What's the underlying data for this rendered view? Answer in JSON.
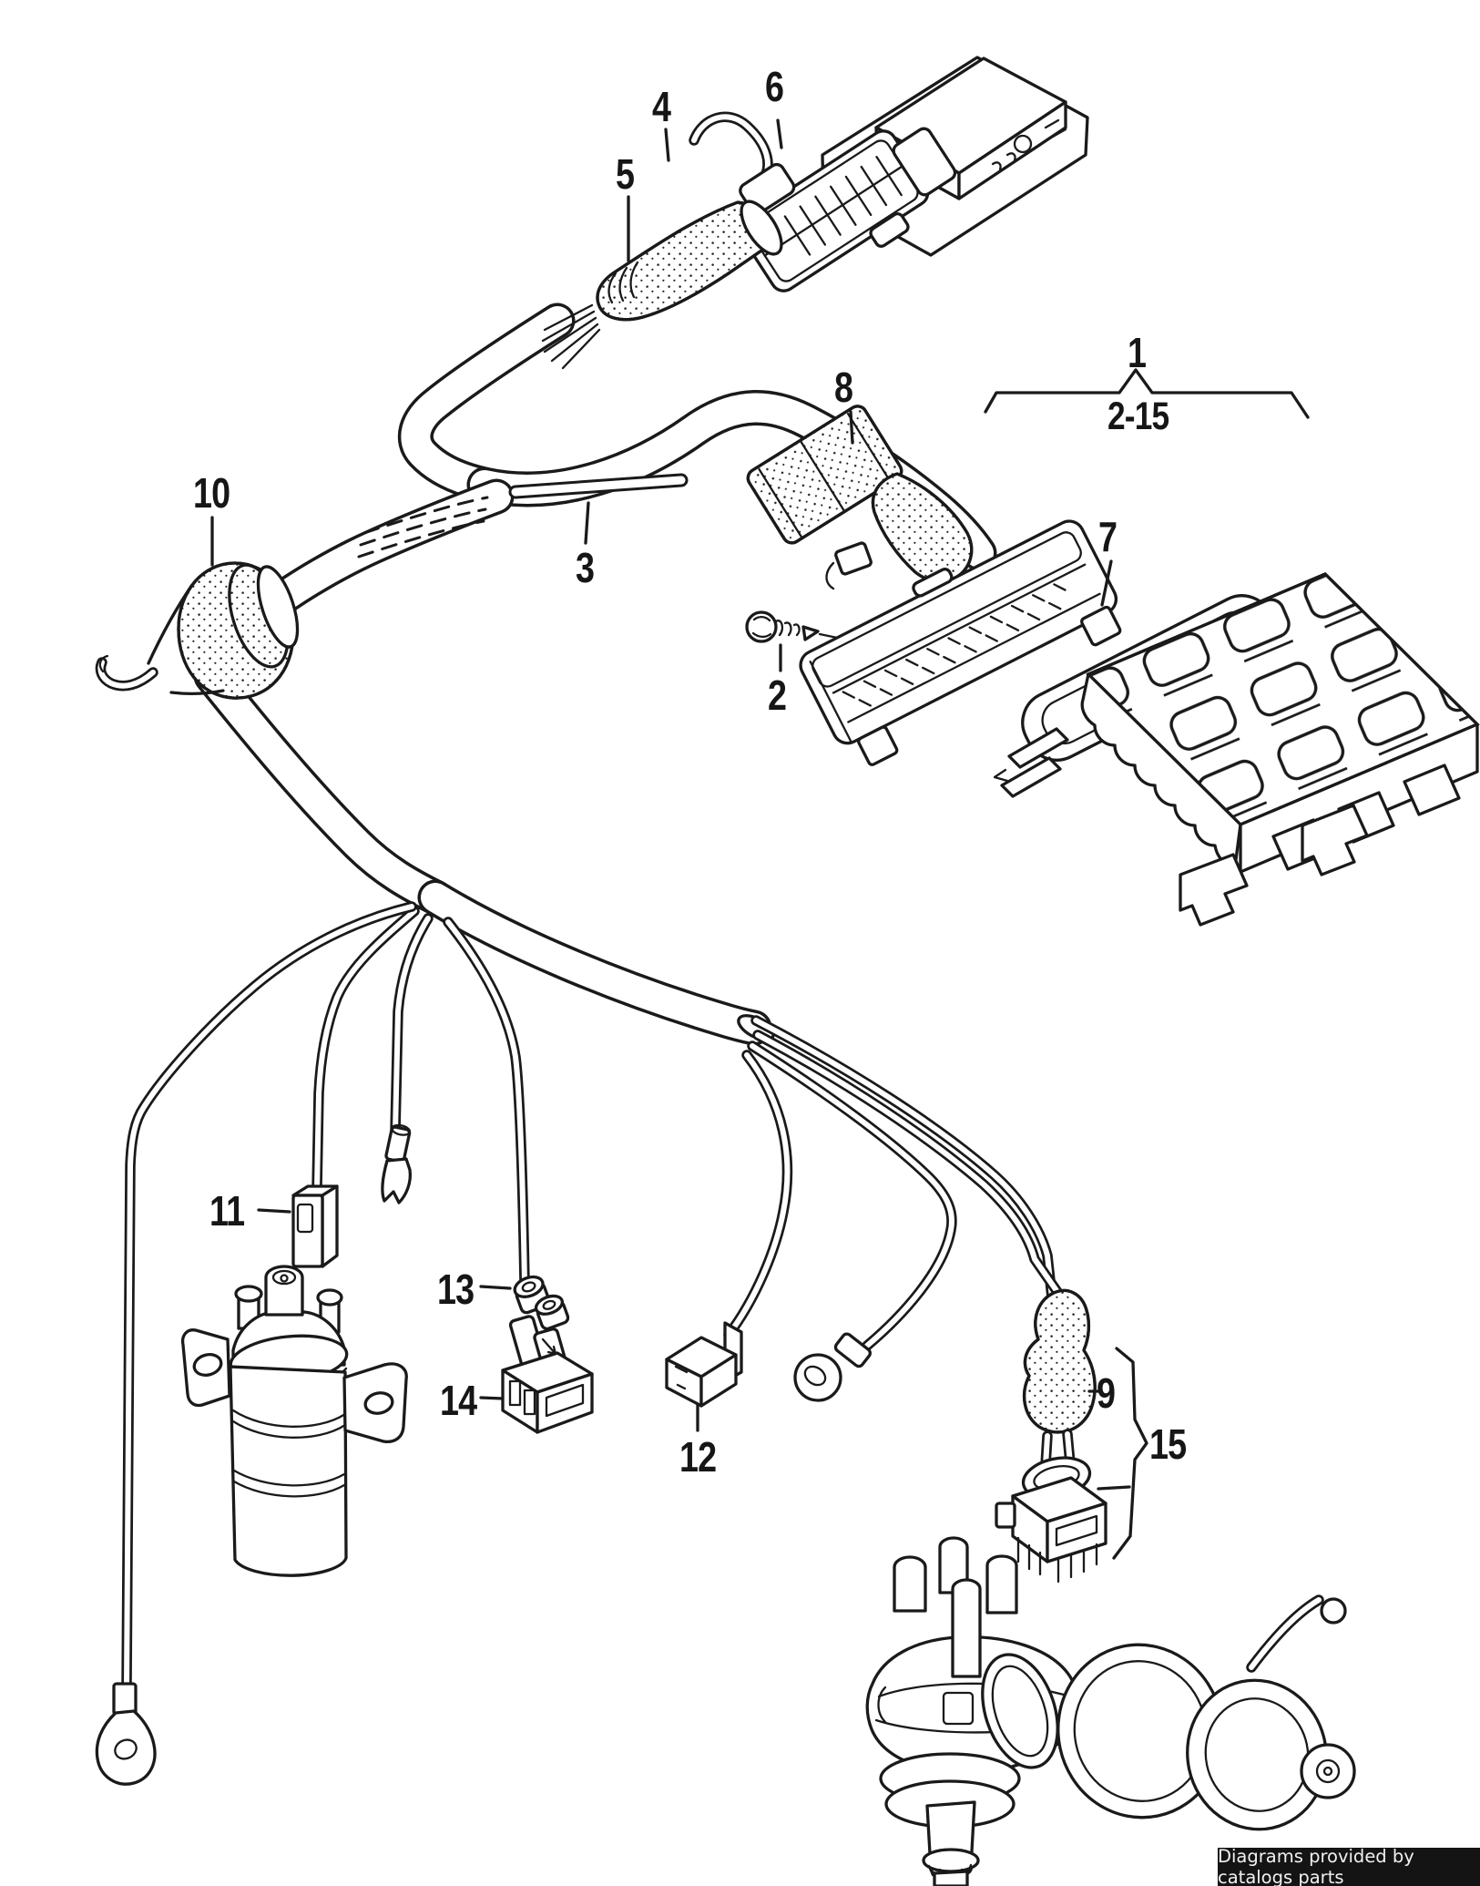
{
  "page": {
    "background": "#ffffff",
    "line_color": "#1a1a1a"
  },
  "diagram": {
    "callouts": {
      "c1": "1",
      "c2": "2",
      "c3": "3",
      "c4": "4",
      "c5": "5",
      "c6": "6",
      "c7": "7",
      "c8": "8",
      "c9": "9",
      "c10": "10",
      "c11": "11",
      "c12": "12",
      "c13": "13",
      "c14": "14",
      "c15": "15",
      "group_range": "2-15"
    }
  },
  "footer": {
    "attribution": "Diagrams provided by catalogs parts",
    "background": "#141414",
    "text_color": "#f1f1f1"
  }
}
